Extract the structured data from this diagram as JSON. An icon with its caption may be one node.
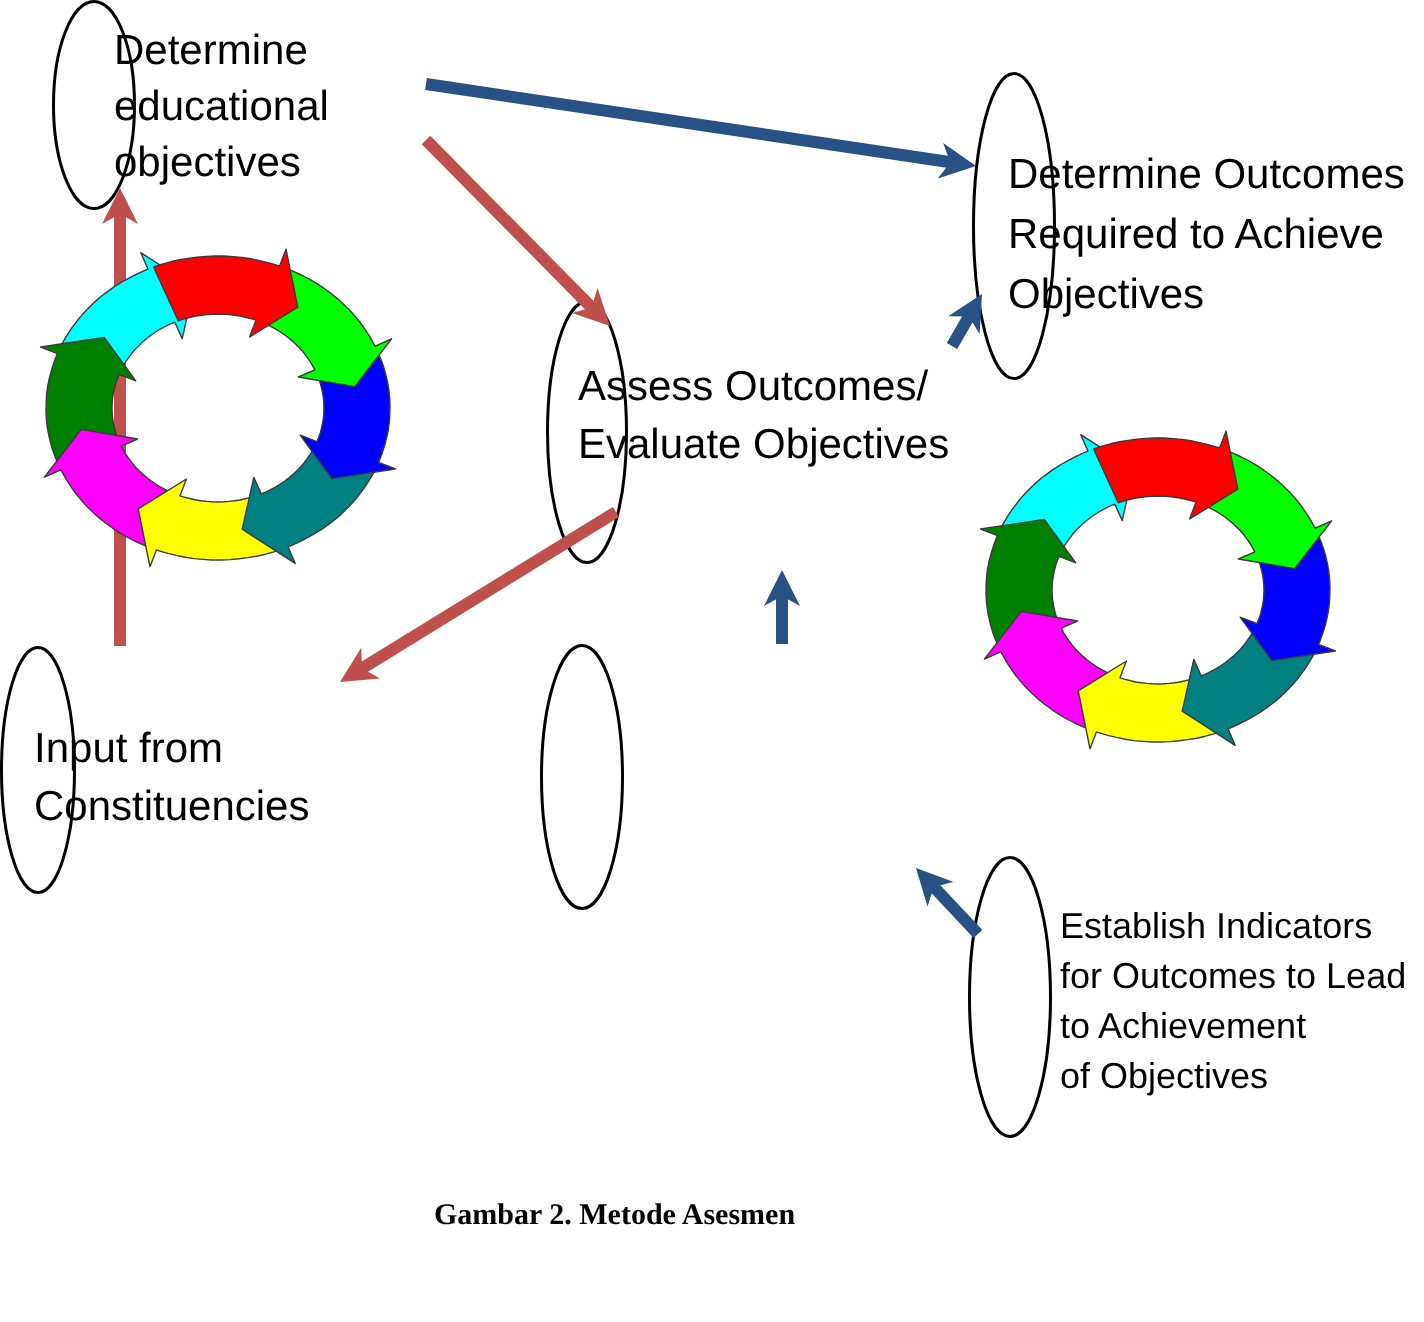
{
  "diagram": {
    "caption": "Gambar 2. Metode Asesmen",
    "nodes": [
      {
        "text": [
          "Determine educational objectives"
        ]
      },
      {
        "text": [
          "Determine Outcomes Required to Achieve Objectives"
        ]
      },
      {
        "text": [
          "Assess Outcomes/ Evaluate Objectives"
        ]
      },
      {
        "text": [
          "Input from Constituencies"
        ]
      },
      {
        "text": [],
        "shape": "ellipse"
      },
      {
        "text": [
          "Establish Indicators for Outcomes to Lead to Achievement of Objectives"
        ]
      }
    ],
    "edges": [
      {
        "from": 0,
        "to": 1,
        "arrow": "to"
      },
      {
        "from": 0,
        "to": 2,
        "arrow": "to",
        "color": "#c0504d"
      },
      {
        "from": 2,
        "to": 3,
        "arrow": "to",
        "color": "#c0504d"
      },
      {
        "from": 3,
        "to": 0,
        "arrow": "to",
        "color": "#c0504d"
      },
      {
        "from": 2,
        "to": 1,
        "arrow": "to"
      },
      {
        "from": 5,
        "to": null,
        "arrow": "to"
      }
    ]
  }
}
